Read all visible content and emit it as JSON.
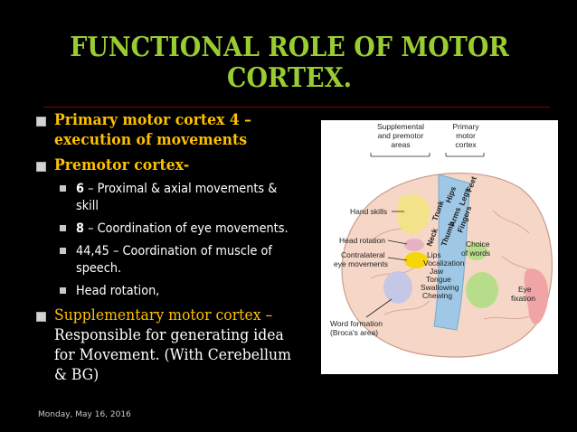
{
  "title": {
    "line1": "FUNCTIONAL ROLE OF MOTOR",
    "line2": "CORTEX."
  },
  "bullets": [
    {
      "line1": "Primary motor cortex 4 –",
      "line2": "execution of movements"
    },
    {
      "label": "Premotor cortex-"
    }
  ],
  "sub_bullets": [
    {
      "bold": "6",
      "text": " – Proximal & axial movements &",
      "text2": "skill"
    },
    {
      "bold": "8",
      "text": " – Coordination of eye movements."
    },
    {
      "bold": "",
      "text": "44,45 – Coordination of muscle of",
      "text2": "speech."
    },
    {
      "bold": "",
      "text": "Head rotation,"
    }
  ],
  "supplementary": {
    "heading": "Supplementary motor cortex –",
    "line2": "Responsible for generating idea",
    "line3": "for Movement. (With Cerebellum",
    "line4": "& BG)"
  },
  "figure": {
    "header_left_1": "Supplemental",
    "header_left_2": "and premotor",
    "header_left_3": "areas",
    "header_right_1": "Primary",
    "header_right_2": "motor",
    "header_right_3": "cortex",
    "hand_skills": "Hand skills",
    "head_rotation": "Head rotation",
    "contralateral_1": "Contralateral",
    "contralateral_2": "eye movements",
    "word_formation_1": "Word formation",
    "word_formation_2": "(Broca's area)",
    "choice_1": "Choice",
    "choice_2": "of words",
    "eye_fixation_1": "Eye",
    "eye_fixation_2": "fixation",
    "strip_labels": [
      "Hips",
      "Trunk",
      "Legs",
      "Feet",
      "Arms",
      "Neck",
      "Fingers",
      "Thumb"
    ],
    "face_labels": [
      "Lips",
      "Vocalization",
      "Jaw",
      "Tongue",
      "Swallowing",
      "Chewing"
    ]
  },
  "footer": {
    "date": "Monday, May 16, 2016"
  },
  "colors": {
    "title": "#99cc33",
    "bullet_text": "#ffc000",
    "body_text": "#ffffff",
    "rule": "#8b0000"
  }
}
